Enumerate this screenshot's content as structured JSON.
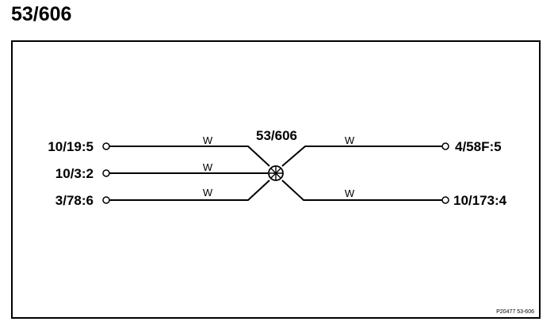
{
  "title": "53/606",
  "splice": {
    "label": "53/606"
  },
  "left_terminals": [
    {
      "label": "10/19:5",
      "wire": "W"
    },
    {
      "label": "10/3:2",
      "wire": "W"
    },
    {
      "label": "3/78:6",
      "wire": "W"
    }
  ],
  "right_terminals": [
    {
      "label": "4/58F:5",
      "wire": "W"
    },
    {
      "label": "10/173:4",
      "wire": "W"
    }
  ],
  "reference": "P20477  53-606"
}
